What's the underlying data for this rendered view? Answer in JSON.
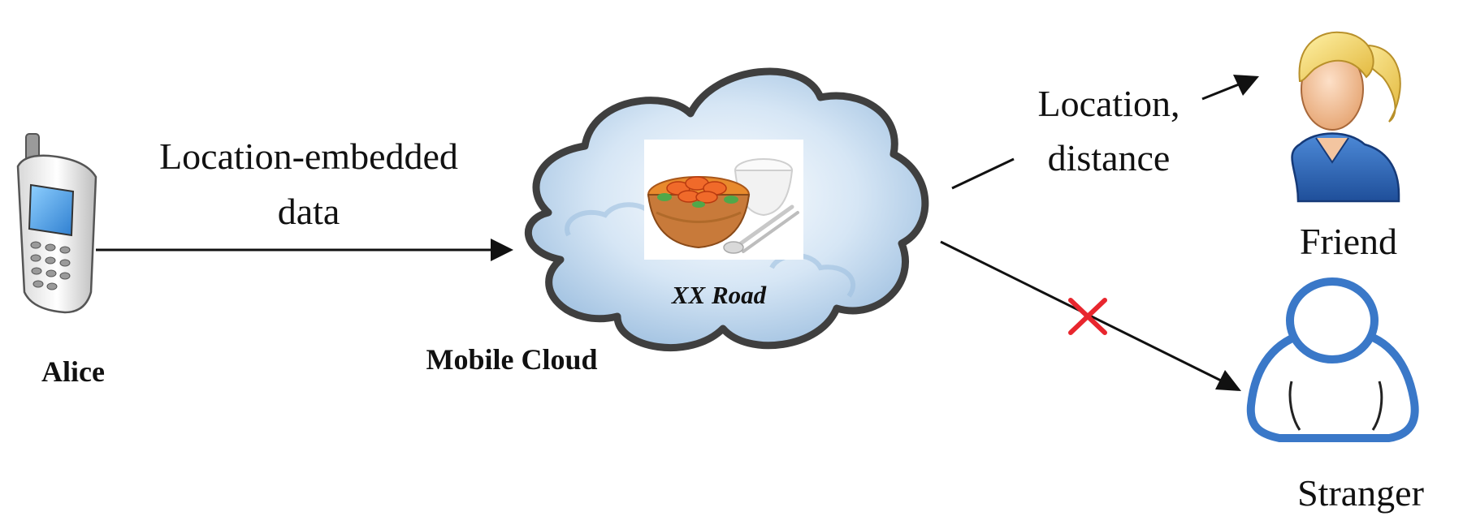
{
  "labels": {
    "message_line1": "Location-embedded",
    "message_line2": "data",
    "alice": "Alice",
    "cloud": "Mobile Cloud",
    "place": "XX Road",
    "share_line1": "Location,",
    "share_line2": "distance",
    "friend": "Friend",
    "stranger": "Stranger"
  },
  "colors": {
    "cloud_fill": "#cfe1f2",
    "cloud_outline": "#3f3f3f",
    "friend_shirt": "#2f6bbf",
    "friend_hair": "#f0d060",
    "stranger_outline": "#3a78c8",
    "blocked_mark": "#e8262e",
    "arrow": "#111111"
  },
  "icons": {
    "sender": "mobile-phone-icon",
    "food": "food-bowl-icon",
    "friend": "person-female-icon",
    "stranger": "person-outline-icon",
    "blocked": "cross-mark-icon"
  }
}
